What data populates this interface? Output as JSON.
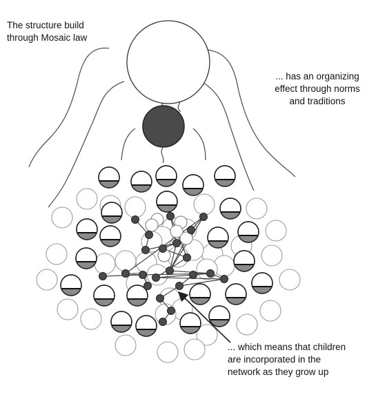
{
  "captions": {
    "top_left": [
      "The structure build",
      "through Mosaic law"
    ],
    "right": [
      "... has an organizing",
      "effect through norms",
      "and traditions"
    ],
    "bottom": [
      "... which means that children",
      "are incorporated in the",
      "network as they grow up"
    ]
  },
  "colors": {
    "stroke": "#333333",
    "dark_fill": "#4a4a4a",
    "shade": "#8a8a8a",
    "light_stroke": "#9a9a9a",
    "background": "#ffffff"
  }
}
